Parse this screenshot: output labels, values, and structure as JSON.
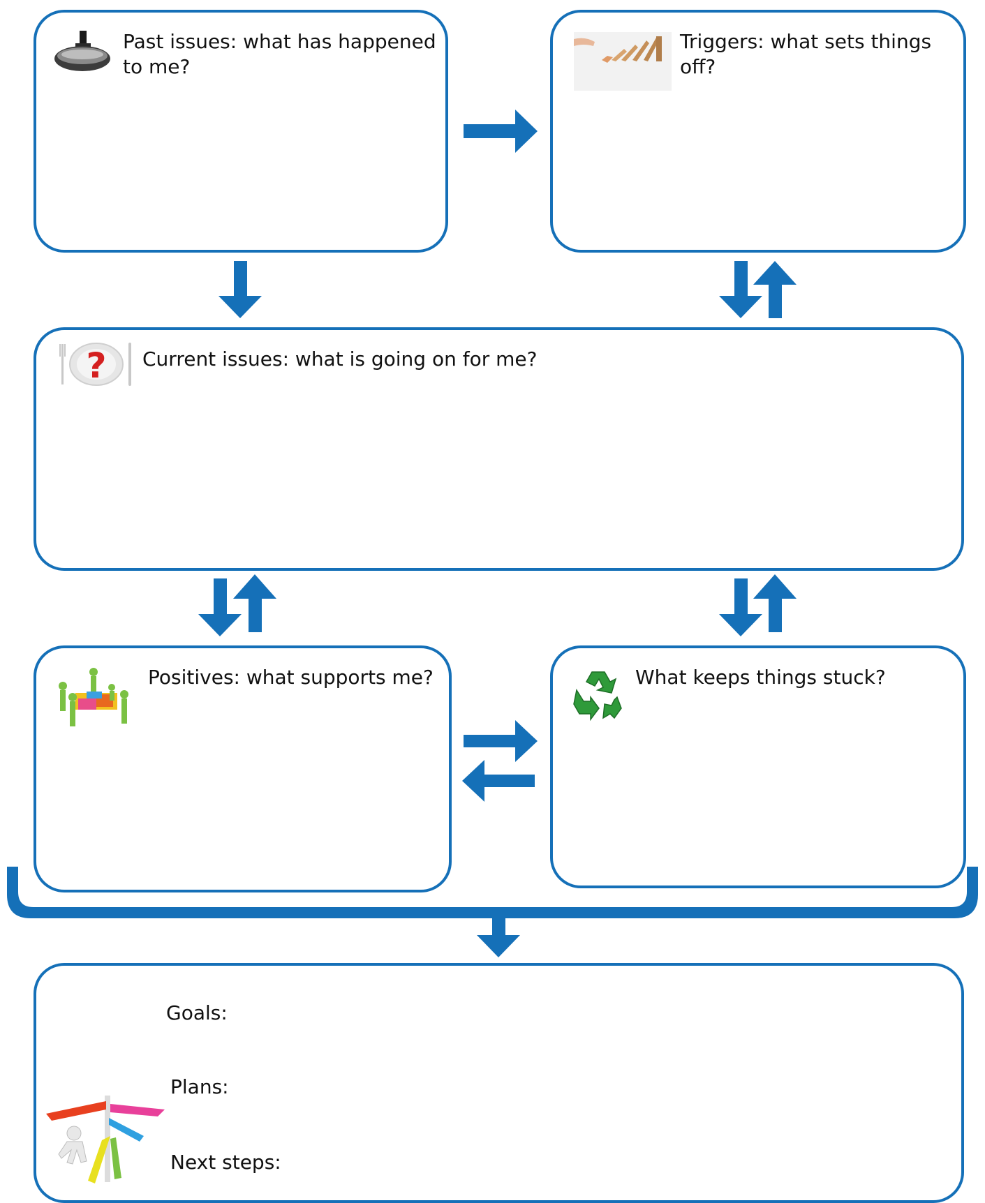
{
  "colors": {
    "accent": "#1570b8",
    "text": "#111111"
  },
  "boxes": {
    "past": {
      "label": "Past issues: what has  happened to me?",
      "icon": "rear-view-mirror-icon"
    },
    "triggers": {
      "label": "Triggers: what sets things off?",
      "icon": "falling-dominoes-icon"
    },
    "current": {
      "label": "Current issues: what is going on for me?",
      "icon": "question-plate-icon"
    },
    "positives": {
      "label": "Positives: what supports me?",
      "icon": "team-puzzle-icon"
    },
    "stuck": {
      "label": "What keeps things stuck?",
      "icon": "recycle-icon"
    },
    "plan": {
      "icon": "signpost-person-icon",
      "goals": "Goals:",
      "plans": "Plans:",
      "next_steps": "Next steps:"
    }
  }
}
